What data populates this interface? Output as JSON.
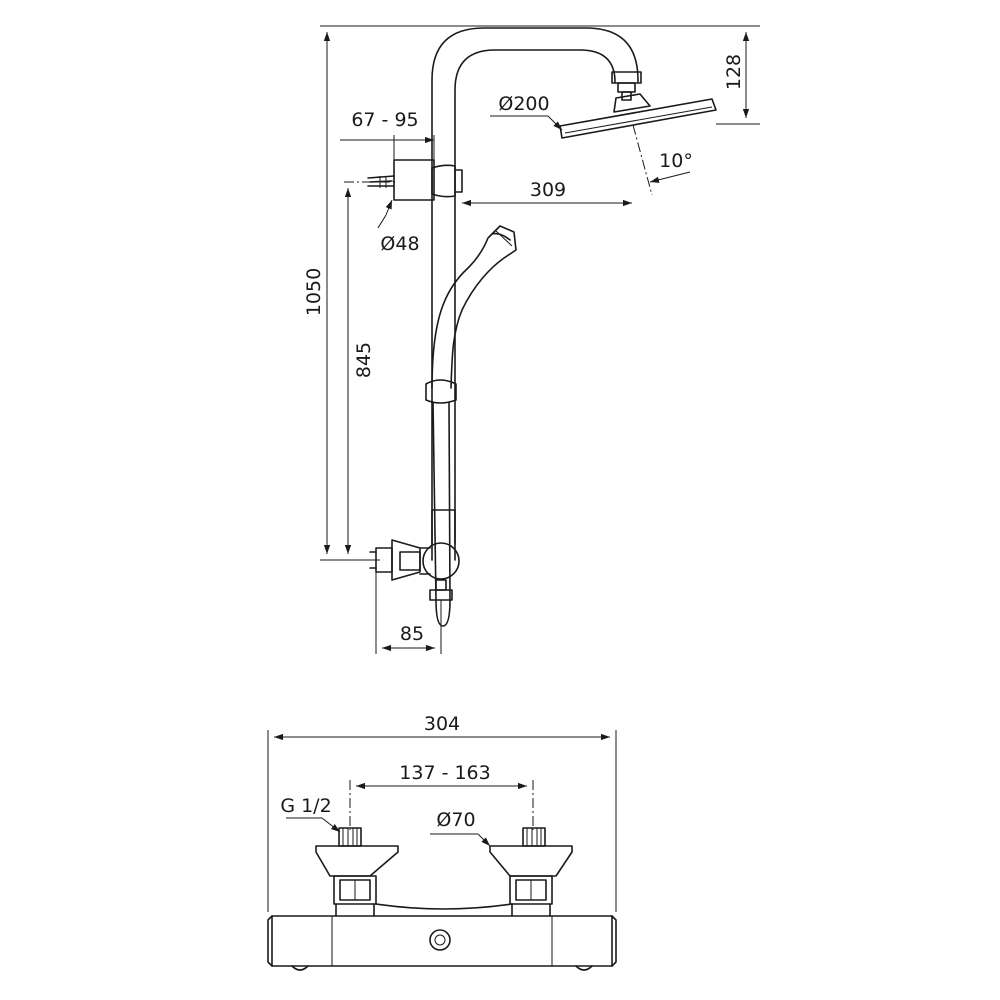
{
  "labels": {
    "height_total": "1050",
    "height_outlet": "845",
    "wall_clearance": "67 - 95",
    "arm_reach": "309",
    "head_height": "128",
    "head_diameter": "Ø200",
    "head_angle": "10°",
    "bracket_diameter": "Ø48",
    "mixer_depth": "85",
    "mixer_width": "304",
    "inlet_spacing": "137 - 163",
    "thread": "G 1/2",
    "escutcheon_diameter": "Ø70"
  }
}
